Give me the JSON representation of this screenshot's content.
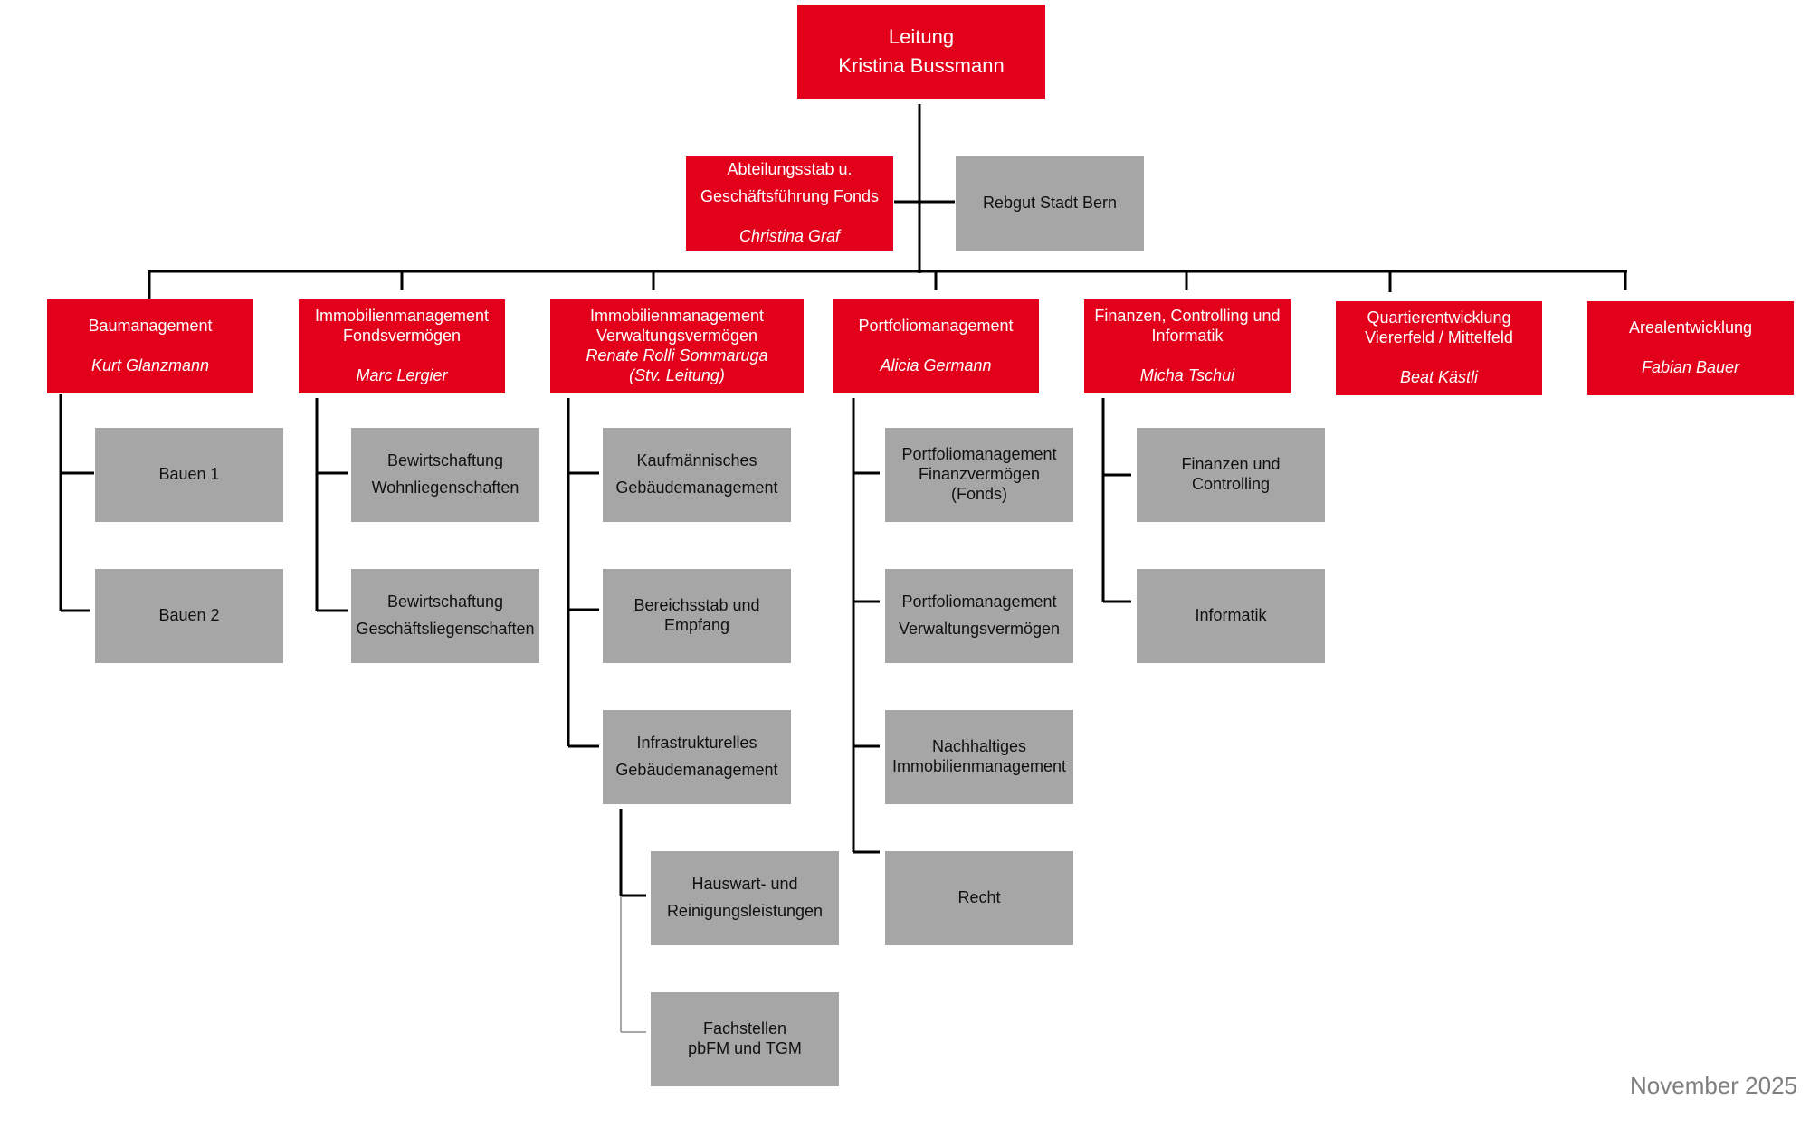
{
  "leitung": {
    "title": "Leitung",
    "name": "Kristina Bussmann"
  },
  "stab": {
    "title_line1": "Abteilungsstab u.",
    "title_line2": "Geschäftsführung Fonds",
    "name": "Christina Graf"
  },
  "rebgut": {
    "label": "Rebgut Stadt Bern"
  },
  "divisions": [
    {
      "title": "Baumanagement",
      "name": "Kurt Glanzmann",
      "units": [
        {
          "label": "Bauen 1"
        },
        {
          "label": "Bauen 2"
        }
      ]
    },
    {
      "title_line1": "Immobilienmanagement",
      "title_line2": "Fondsvermögen",
      "name": "Marc Lergier",
      "units": [
        {
          "line1": "Bewirtschaftung",
          "line2": "Wohnliegenschaften"
        },
        {
          "line1": "Bewirtschaftung",
          "line2": "Geschäftsliegenschaften"
        }
      ]
    },
    {
      "title_line1": "Immobilienmanagement",
      "title_line2": "Verwaltungsvermögen",
      "name": "Renate Rolli Sommaruga",
      "note": "(Stv. Leitung)",
      "units": [
        {
          "line1": "Kaufmännisches",
          "line2": "Gebäudemanagement"
        },
        {
          "line1": "Bereichsstab und",
          "line2": "Empfang"
        },
        {
          "line1": "Infrastrukturelles",
          "line2": "Gebäudemanagement"
        }
      ],
      "subunits": [
        {
          "line1": "Hauswart- und",
          "line2": "Reinigungsleistungen"
        },
        {
          "line1": "Fachstellen",
          "line2": "pbFM und TGM"
        }
      ]
    },
    {
      "title": "Portfoliomanagement",
      "name": "Alicia Germann",
      "units": [
        {
          "line1": "Portfoliomanagement",
          "line2": "Finanzvermögen",
          "line3": "(Fonds)"
        },
        {
          "line1": "Portfoliomanagement",
          "line2": "Verwaltungsvermögen"
        },
        {
          "line1": "Nachhaltiges",
          "line2": "Immobilienmanagement"
        },
        {
          "label": "Recht"
        }
      ]
    },
    {
      "title_line1": "Finanzen, Controlling und",
      "title_line2": "Informatik",
      "name": "Micha Tschui",
      "units": [
        {
          "line1": "Finanzen und",
          "line2": "Controlling"
        },
        {
          "label": "Informatik"
        }
      ]
    },
    {
      "title_line1": "Quartierentwicklung",
      "title_line2": "Viererfeld / Mittelfeld",
      "name": "Beat Kästli"
    },
    {
      "title": "Arealentwicklung",
      "name": "Fabian Bauer"
    }
  ],
  "footer": {
    "date": "November 2025"
  },
  "colors": {
    "red": "#e2001a",
    "gray": "#a6a6a6",
    "line": "#000000"
  }
}
